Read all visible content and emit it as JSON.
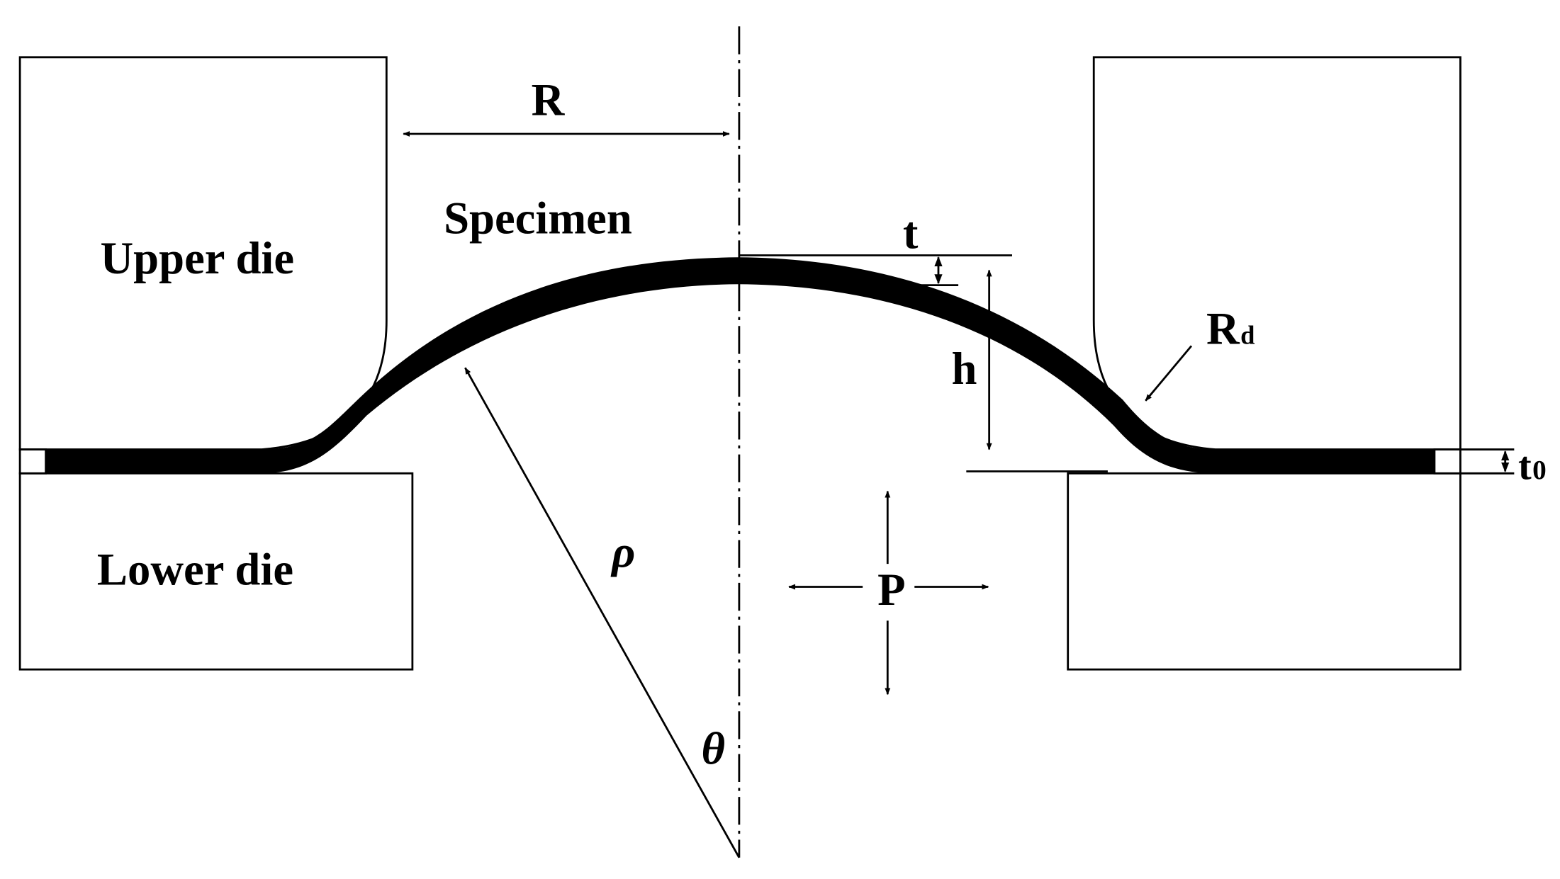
{
  "diagram": {
    "labels": {
      "upper_die": "Upper die",
      "lower_die": "Lower die",
      "specimen": "Specimen",
      "radius": "R",
      "thickness": "t",
      "height": "h",
      "die_radius_main": "R",
      "die_radius_sub": "d",
      "initial_thickness_main": "t",
      "initial_thickness_sub": "0",
      "pressure": "P",
      "rho": "ρ",
      "theta": "θ"
    }
  }
}
